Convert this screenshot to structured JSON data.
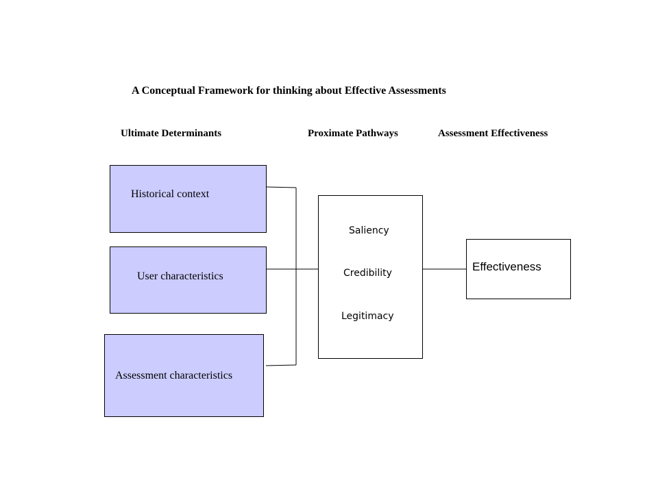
{
  "title": "A  Conceptual Framework for thinking about Effective Assessments",
  "columns": {
    "ultimate": "Ultimate Determinants",
    "proximate": "Proximate Pathways",
    "effectiveness": "Assessment Effectiveness"
  },
  "determinants": [
    {
      "label": "Historical context"
    },
    {
      "label": "User characteristics"
    },
    {
      "label": "Assessment characteristics"
    }
  ],
  "pathways": [
    {
      "label": "Saliency"
    },
    {
      "label": "Credibility"
    },
    {
      "label": "Legitimacy"
    }
  ],
  "outcome": {
    "label": "Effectiveness"
  },
  "colors": {
    "determinant_fill": "#ccccff",
    "line": "#000000"
  }
}
